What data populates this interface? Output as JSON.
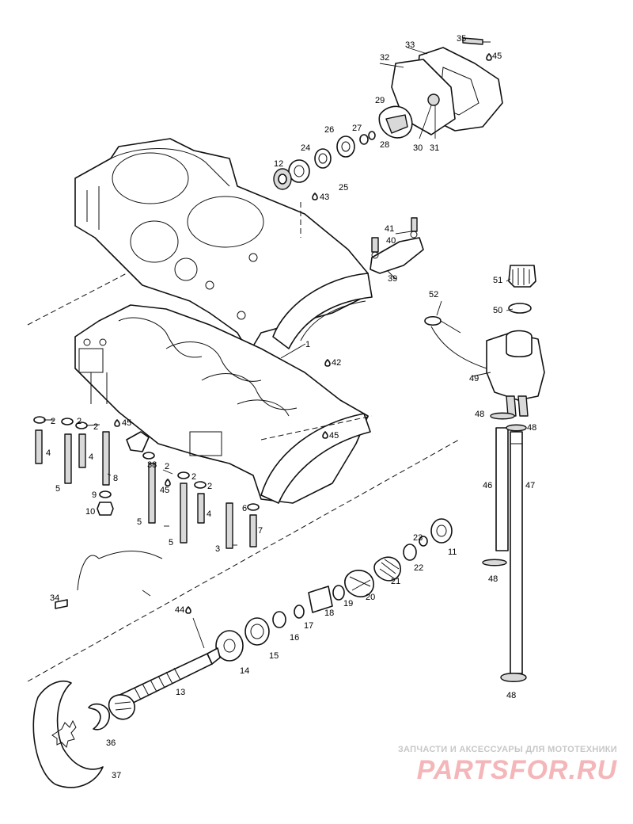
{
  "diagram": {
    "callouts": {
      "c1": "1",
      "c2": "2",
      "c3": "3",
      "c4": "4",
      "c5": "5",
      "c6": "6",
      "c7": "7",
      "c8": "8",
      "c9": "9",
      "c10": "10",
      "c11": "11",
      "c12": "12",
      "c13": "13",
      "c14": "14",
      "c15": "15",
      "c16": "16",
      "c17": "17",
      "c18": "18",
      "c19": "19",
      "c20": "20",
      "c21": "21",
      "c22": "22",
      "c23": "23",
      "c24": "24",
      "c25": "25",
      "c26": "26",
      "c27": "27",
      "c28": "28",
      "c29": "29",
      "c30": "30",
      "c31": "31",
      "c32": "32",
      "c33": "33",
      "c34": "34",
      "c35": "35",
      "c36": "36",
      "c37": "37",
      "c38": "38",
      "c39": "39",
      "c40": "40",
      "c41": "41",
      "c42": "42",
      "c43": "43",
      "c44": "44",
      "c45": "45",
      "c46": "46",
      "c47": "47",
      "c48": "48",
      "c49": "49",
      "c50": "50",
      "c51": "51",
      "c52": "52"
    }
  },
  "watermark": {
    "tagline": "ЗАПЧАСТИ И АКСЕССУАРЫ ДЛЯ МОТОТЕХНИКИ",
    "brand": "PARTSFOR.RU"
  },
  "colors": {
    "line": "#111111",
    "watermark_brand": "#f4b6b9",
    "watermark_tagline": "#c7c7c7"
  }
}
